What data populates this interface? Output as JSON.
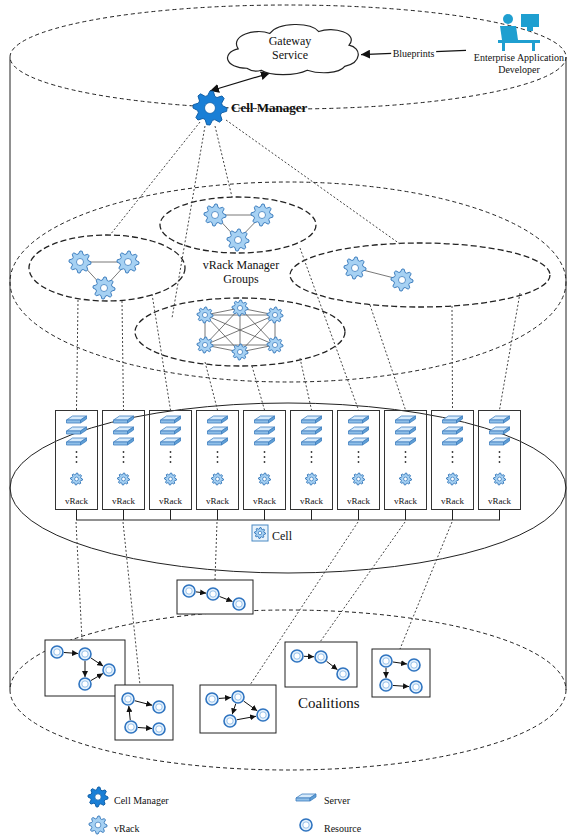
{
  "diagram": {
    "nodes": [
      {
        "text": [
          "Gateway Service"
        ]
      },
      {
        "text": [
          "Enterprise Application Developer"
        ]
      },
      {
        "text": [
          "Cell Manager"
        ]
      },
      {
        "text": [
          "vRack Manager Groups"
        ]
      },
      {
        "text": [
          "Cell"
        ]
      },
      {
        "text": [
          "vRack"
        ],
        "in": 4
      },
      {
        "text": [
          "vRack"
        ],
        "in": 4
      },
      {
        "text": [
          "vRack"
        ],
        "in": 4
      },
      {
        "text": [
          "vRack"
        ],
        "in": 4
      },
      {
        "text": [
          "vRack"
        ],
        "in": 4
      },
      {
        "text": [
          "vRack"
        ],
        "in": 4
      },
      {
        "text": [
          "vRack"
        ],
        "in": 4
      },
      {
        "text": [
          "vRack"
        ],
        "in": 4
      },
      {
        "text": [
          "vRack"
        ],
        "in": 4
      },
      {
        "text": [
          "vRack"
        ],
        "in": 4
      },
      {
        "text": [
          "Coalitions"
        ]
      }
    ],
    "edges": [
      {
        "from": 1,
        "to": 0,
        "label": "Blueprints",
        "arrow": "to"
      },
      {
        "from": 0,
        "to": 2,
        "arrow": "both"
      }
    ],
    "legend": [
      {
        "text": "Cell Manager"
      },
      {
        "text": "Server"
      },
      {
        "text": "vRack"
      },
      {
        "text": "Resource"
      }
    ]
  }
}
